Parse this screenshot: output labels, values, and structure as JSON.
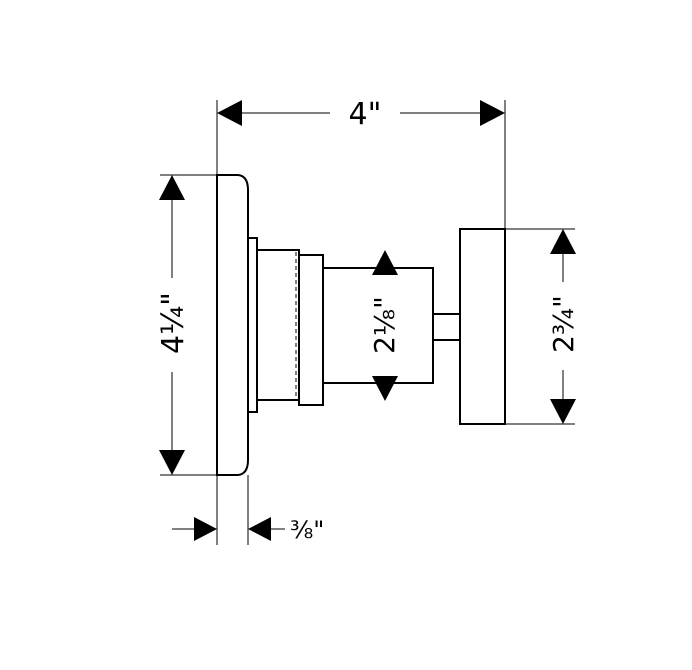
{
  "dimensions": {
    "overall_depth": "4\"",
    "flange_height": "4¼\"",
    "body_diameter": "2⅛\"",
    "handle_height": "2¾\"",
    "flange_thickness": "⅜\""
  },
  "colors": {
    "line": "#000000",
    "background": "#ffffff"
  }
}
